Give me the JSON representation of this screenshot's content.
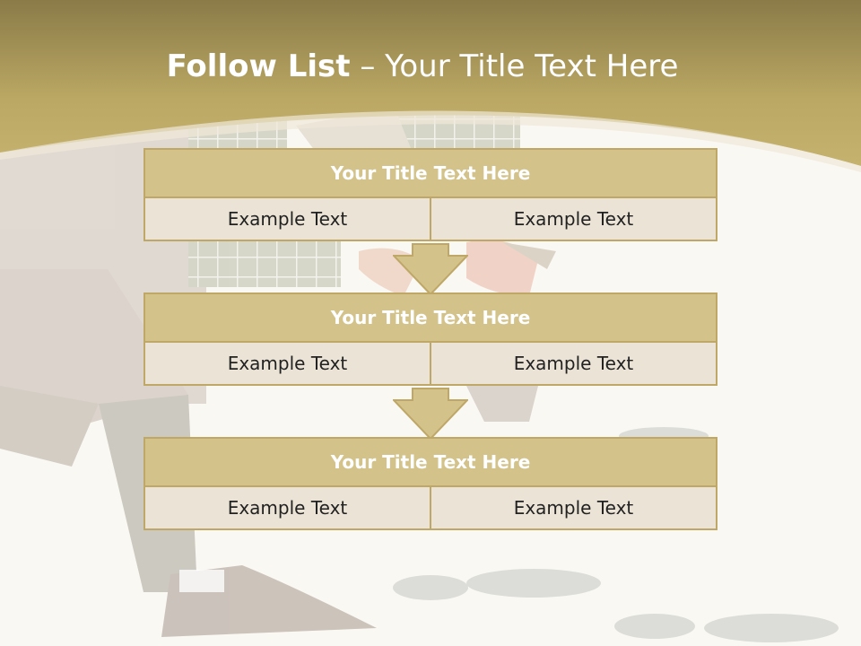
{
  "slide": {
    "title_bold": "Follow List",
    "title_rest": " – Your Title Text Here"
  },
  "steps": [
    {
      "title": "Your Title Text Here",
      "left": "Example Text",
      "right": "Example Text"
    },
    {
      "title": "Your Title Text Here",
      "left": "Example Text",
      "right": "Example Text"
    },
    {
      "title": "Your Title Text Here",
      "left": "Example Text",
      "right": "Example Text"
    }
  ],
  "colors": {
    "header_band": "#c2b06c",
    "block_title_fill": "#d3c38b",
    "block_cell_fill": "#ebe4d6",
    "border": "#bea767"
  }
}
